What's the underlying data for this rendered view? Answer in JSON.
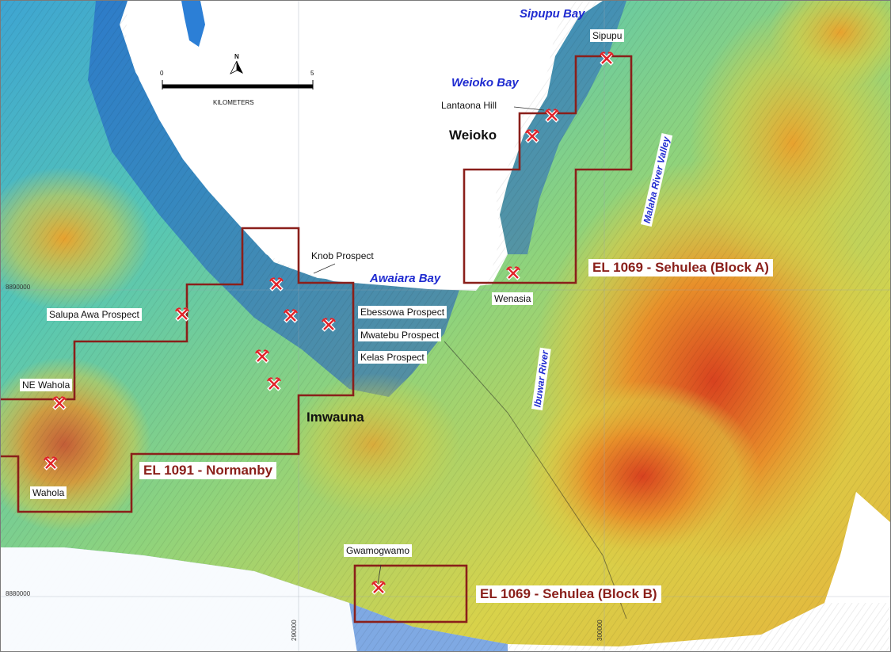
{
  "scale": {
    "start": "0",
    "end": "5",
    "unit": "KILOMETERS",
    "north": "N"
  },
  "bays": {
    "sipupu": "Sipupu Bay",
    "weioko": "Weioko Bay",
    "awaiara": "Awaiara Bay"
  },
  "towns": {
    "weioko": "Weioko",
    "imwauna": "Imwauna"
  },
  "places": {
    "sipupu": "Sipupu",
    "lantaona": "Lantaona Hill",
    "knob": "Knob Prospect",
    "salupa": "Salupa Awa Prospect",
    "ebessowa": "Ebessowa Prospect",
    "mwatebu": "Mwatebu Prospect",
    "kelas": "Kelas Prospect",
    "wenasia": "Wenasia",
    "ne_wahola": "NE Wahola",
    "wahola": "Wahola",
    "gwamogwamo": "Gwamogwamo"
  },
  "rivers": {
    "malaha": "Malaha River Valley",
    "ibuwar": "Ibuwar River"
  },
  "licences": {
    "block_a": "EL 1069 - Sehulea (Block A)",
    "normanby": "EL 1091 - Normanby",
    "block_b": "EL 1069 - Sehulea (Block B)"
  },
  "grid": {
    "n1": "8890000",
    "n2": "8880000",
    "e1": "290000",
    "e2": "300000"
  },
  "colors": {
    "boundary": "#8a1f1a",
    "label_red": "#8a1f1a",
    "bay_blue": "#1f2bd0",
    "mine_symbol": "#e0242a"
  }
}
